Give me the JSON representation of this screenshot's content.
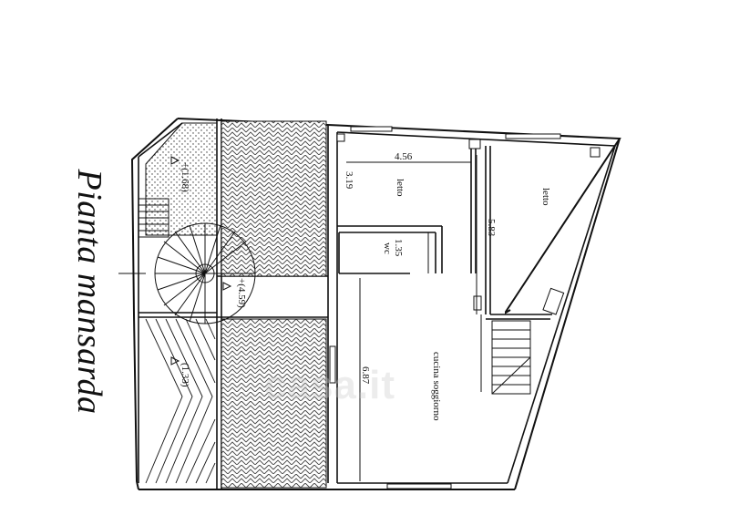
{
  "title": "Pianta mansarda",
  "rooms": {
    "letto_1": "letto",
    "letto_2": "letto",
    "wc": "wc",
    "cucina": "cucina soggiorno"
  },
  "dimensions": {
    "d_4_56": "4.56",
    "d_3_19": "3.19",
    "d_5_83": "5.83",
    "d_1_35": "1.35",
    "d_6_87": "6.87"
  },
  "levels": {
    "lvl_1_68": "+(1.68)",
    "lvl_4_59": "+(4.59)",
    "lvl_1_33": "(1.33)"
  },
  "watermark": "casa.it"
}
